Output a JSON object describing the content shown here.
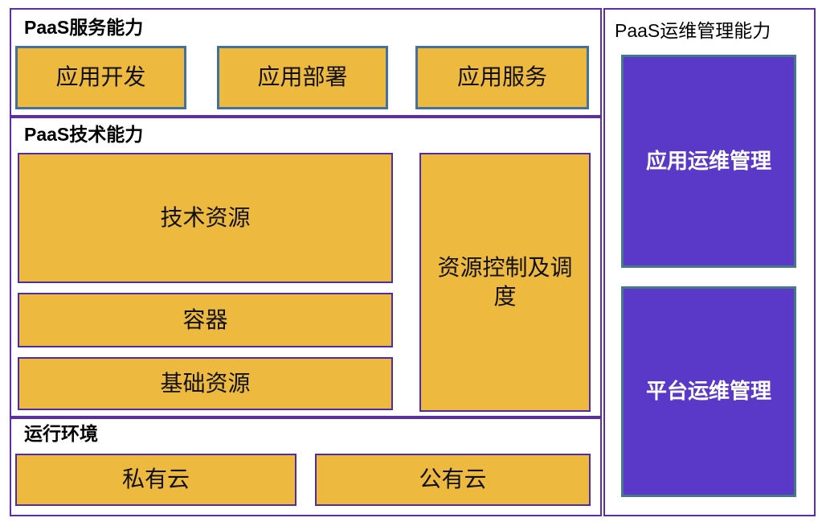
{
  "diagram": {
    "left": {
      "service": {
        "title": "PaaS服务能力",
        "boxes": [
          "应用开发",
          "应用部署",
          "应用服务"
        ]
      },
      "tech": {
        "title": "PaaS技术能力",
        "stack": [
          "技术资源",
          "容器",
          "基础资源"
        ],
        "side": "资源控制及调度"
      },
      "runtime": {
        "title": "运行环境",
        "boxes": [
          "私有云",
          "公有云"
        ]
      }
    },
    "right": {
      "title": "PaaS运维管理能力",
      "boxes": [
        "应用运维管理",
        "平台运维管理"
      ]
    }
  },
  "colors": {
    "outer_border_purple": "#5b2da8",
    "inner_box_border_purple": "#4c2ca8",
    "service_box_border_blue": "#41719c",
    "gold_fill": "#edb93f",
    "violet_fill": "#5a38c8",
    "violet_box_border_teal": "#44798c",
    "text_black": "#111111",
    "text_white": "#ffffff"
  }
}
